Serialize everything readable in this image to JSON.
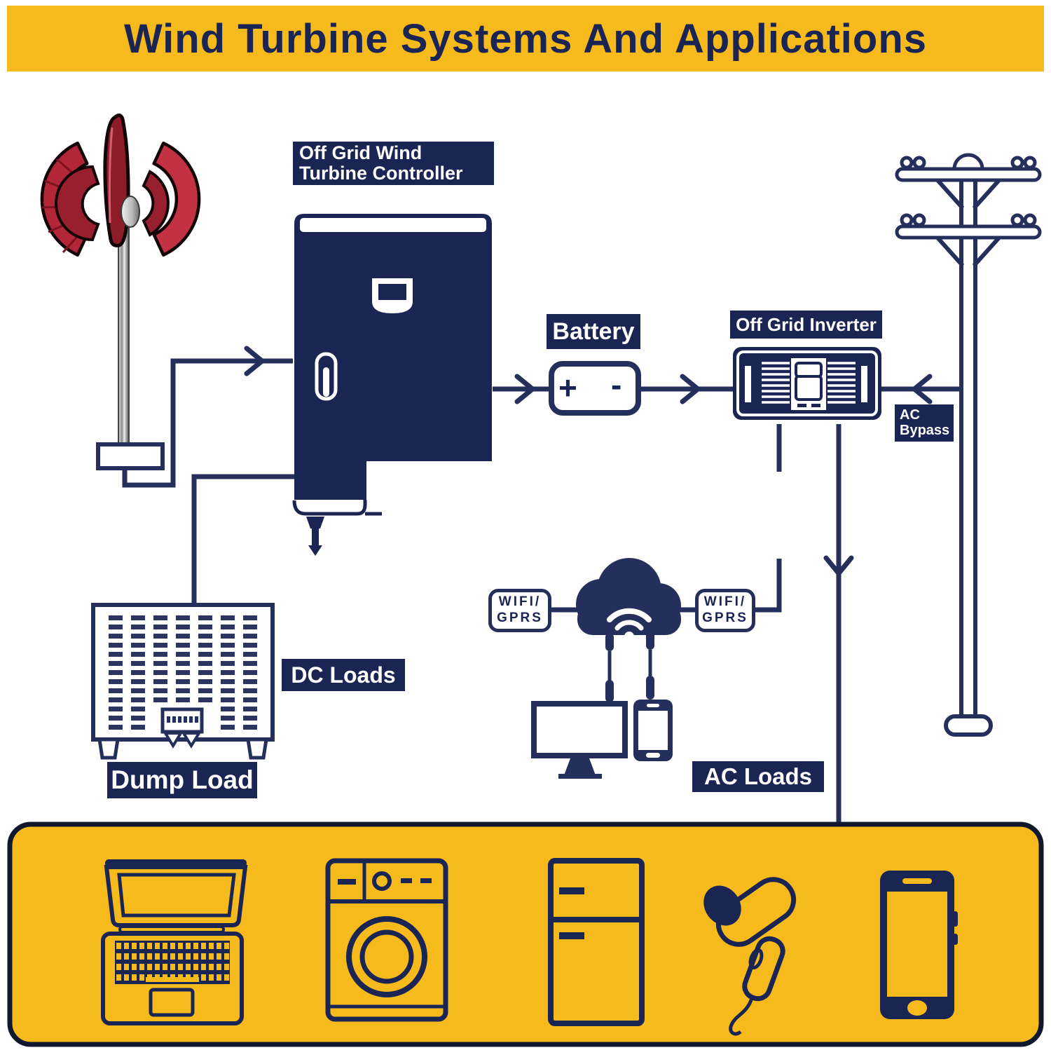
{
  "header": {
    "title": "Wind Turbine Systems And Applications"
  },
  "labels": {
    "controller": {
      "line1": "Off Grid Wind",
      "line2": "Turbine Controller"
    },
    "battery": {
      "title": "Battery",
      "plus": "+",
      "minus": "-"
    },
    "inverter": {
      "title": "Off Grid Inverter"
    },
    "ac_bypass": {
      "line1": "AC",
      "line2": "Bypass"
    },
    "wifi_left": {
      "line1": "WIFI/",
      "line2": "GPRS"
    },
    "wifi_right": {
      "line1": "WIFI/",
      "line2": "GPRS"
    },
    "dc_loads": "DC Loads",
    "dump_load": "Dump Load",
    "ac_loads": "AC Loads"
  },
  "colors": {
    "banner_yellow": "#f6ba1c",
    "navy": "#1b2553",
    "wire_navy": "#252f5c",
    "turbine_red": "#b32638",
    "panel_border": "#11182e",
    "white": "#ffffff"
  },
  "icons": {
    "wind_turbine": "vertical-axis-wind-turbine-icon",
    "controller": "wind-controller-cabinet-icon",
    "battery": "battery-icon",
    "inverter": "off-grid-inverter-icon",
    "utility_pole": "power-grid-pole-icon",
    "cloud": "wifi-cloud-icon",
    "monitor": "desktop-monitor-icon",
    "smartphone_top": "smartphone-icon",
    "dump_load": "dump-load-resistor-icon",
    "laptop": "laptop-icon",
    "washing_machine": "washing-machine-icon",
    "refrigerator": "refrigerator-icon",
    "hair_dryer": "hair-dryer-icon",
    "smartphone_bottom": "mobile-phone-icon"
  }
}
